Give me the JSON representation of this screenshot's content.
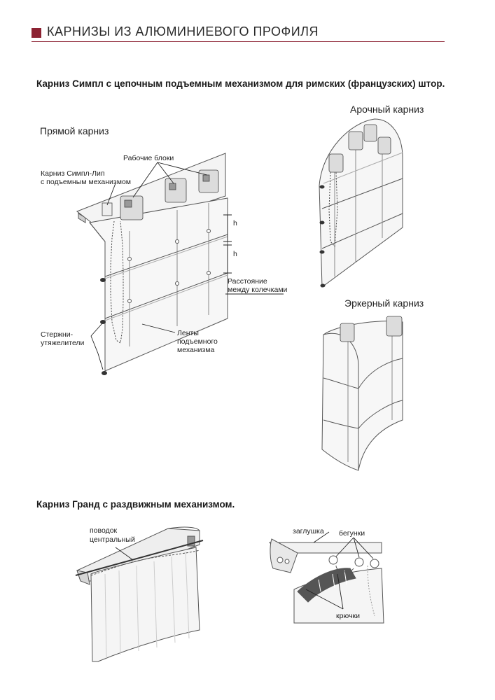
{
  "header": {
    "title": "КАРНИЗЫ ИЗ АЛЮМИНИЕВОГО ПРОФИЛЯ",
    "accent_color": "#8c2232"
  },
  "section1": {
    "title": "Карниз Симпл с цепочным подъемным механизмом для римских (французских) штор.",
    "straight": {
      "caption": "Прямой карниз",
      "labels": {
        "blocks": "Рабочие блоки",
        "cornice_line1": "Карниз Симпл-Лип",
        "cornice_line2": "с подъемным механизмом",
        "h1": "h",
        "h2": "h",
        "distance_line1": "Расстояние",
        "distance_line2": "между колечками",
        "rods_line1": "Стержни-",
        "rods_line2": "утяжелители",
        "tapes_line1": "Ленты",
        "tapes_line2": "подъемного",
        "tapes_line3": "механизма"
      }
    },
    "arched": {
      "caption": "Арочный карниз"
    },
    "bay": {
      "caption": "Эркерный карниз"
    }
  },
  "section2": {
    "title": "Карниз Гранд с раздвижным механизмом.",
    "labels": {
      "leash_line1": "поводок",
      "leash_line2": "центральный",
      "plug": "заглушка",
      "runners": "бегунки",
      "hooks": "крючки"
    }
  }
}
